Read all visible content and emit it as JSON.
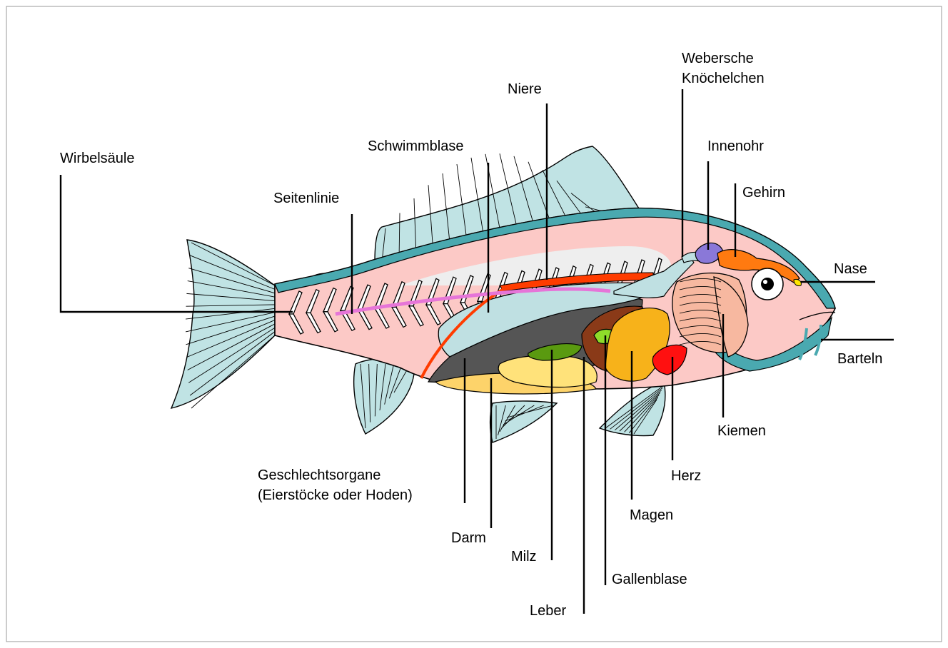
{
  "labels": {
    "wirbelsaeule": "Wirbelsäule",
    "seitenlinie": "Seitenlinie",
    "schwimmblase": "Schwimmblase",
    "niere": "Niere",
    "webersche_1": "Webersche",
    "webersche_2": "Knöchelchen",
    "innenohr": "Innenohr",
    "gehirn": "Gehirn",
    "nase": "Nase",
    "barteln": "Barteln",
    "kiemen": "Kiemen",
    "herz": "Herz",
    "magen": "Magen",
    "gallenblase": "Gallenblase",
    "leber": "Leber",
    "milz": "Milz",
    "darm": "Darm",
    "geschlecht_1": "Geschlechtsorgane",
    "geschlecht_2": "(Eierstöcke oder Hoden)"
  },
  "colors": {
    "body": "#fcc9c6",
    "fin": "#c0e3e4",
    "skin_band": "#4aa9b0",
    "swim_bladder": "#bfe0e2",
    "kidney": "#ff3c00",
    "gonad": "#fdd36a",
    "intestine": "#ffe27a",
    "spleen": "#5a9a10",
    "liver": "#8a3a18",
    "gallbladder": "#8edc2a",
    "stomach": "#f7b21a",
    "heart": "#ff1010",
    "gills": "#f7b8a0",
    "brain": "#ff7a10",
    "inner_ear": "#8a78d8",
    "lateral_line": "#e675d8",
    "body_cavity_dark": "#555555",
    "nose": "#ffe600"
  }
}
